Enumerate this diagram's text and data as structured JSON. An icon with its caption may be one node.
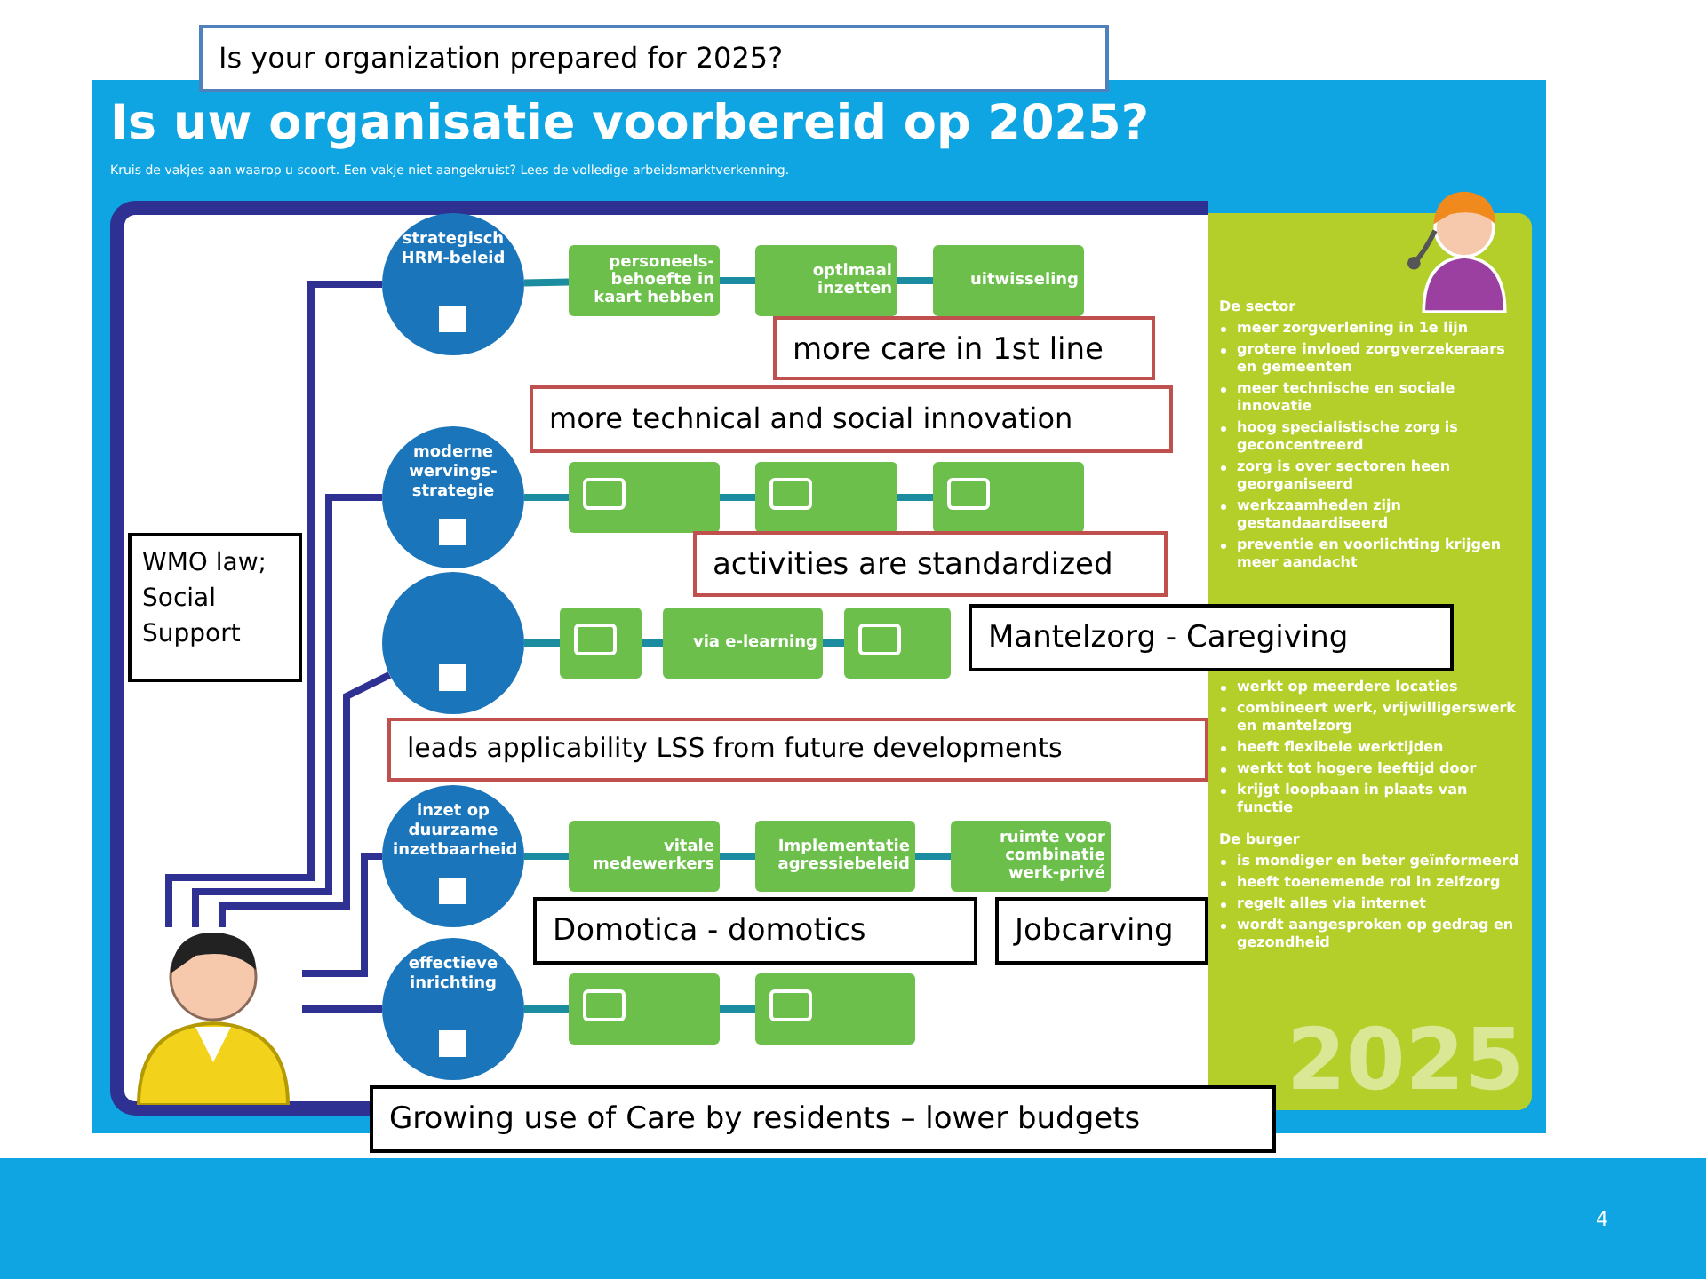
{
  "diagram": {
    "title": "Is uw organisatie voorbereid op 2025?",
    "nodes": [
      {
        "text": [
          "Is your organization prepared for 2025?"
        ]
      },
      {
        "text": [],
        "shape": "person"
      },
      {
        "text": [
          "strategisch HRM-beleid"
        ]
      },
      {
        "text": [
          "personeels-behoefte in kaart hebben"
        ]
      },
      {
        "text": [
          "optimaal inzetten"
        ]
      },
      {
        "text": [
          "uitwisseling"
        ]
      },
      {
        "text": [
          "moderne wervings-strategie"
        ]
      },
      {
        "text": [],
        "shape": "box"
      },
      {
        "text": [],
        "shape": "box"
      },
      {
        "text": [],
        "shape": "box"
      },
      {
        "text": [],
        "shape": "circle"
      },
      {
        "text": [],
        "shape": "box"
      },
      {
        "text": [
          "via e-learning"
        ]
      },
      {
        "text": [],
        "shape": "box"
      },
      {
        "text": [
          "inzet op duurzame inzetbaarheid"
        ]
      },
      {
        "text": [
          "vitale medewerkers"
        ]
      },
      {
        "text": [
          "Implementatie agressiebeleid"
        ]
      },
      {
        "text": [
          "ruimte voor combinatie werk-privé"
        ]
      },
      {
        "text": [
          "effectieve inrichting"
        ]
      },
      {
        "text": [],
        "shape": "box"
      },
      {
        "text": [],
        "shape": "box"
      },
      {
        "text": [
          "De sector",
          "meer zorgverlening in 1e lijn",
          "grotere invloed zorgverzekeraars en gemeenten",
          "meer technische en sociale innovatie",
          "hoog specialistische zorg is geconcentreerd",
          "zorg is over sectoren heen georganiseerd",
          "werkzaamheden zijn gestandaardiseerd",
          "preventie en voorlichting krijgen meer aandacht",
          "werkt op meerdere locaties",
          "combineert werk, vrijwilligerswerk en mantelzorg",
          "heeft flexibele werktijden",
          "werkt tot hogere leeftijd door",
          "krijgt loopbaan in plaats van functie",
          "De burger",
          "is mondiger en beter geïnformeerd",
          "heeft toenemende rol in zelfzorg",
          "regelt alles via internet",
          "wordt aangesproken op gedrag en gezondheid",
          "2025"
        ]
      },
      {
        "text": [
          "more care in 1st line"
        ]
      },
      {
        "text": [
          "more technical and social innovation"
        ]
      },
      {
        "text": [
          "activities are standardized"
        ]
      },
      {
        "text": [
          "WMO law; Social Support"
        ]
      },
      {
        "text": [
          "Mantelzorg - Caregiving"
        ]
      },
      {
        "text": [
          "leads applicability LSS from future developments"
        ]
      },
      {
        "text": [
          "Domotica - domotics"
        ]
      },
      {
        "text": [
          "Jobcarving"
        ]
      },
      {
        "text": [
          "Growing use of Care by residents – lower budgets"
        ]
      }
    ],
    "edges": [
      {
        "from": 1,
        "to": 2,
        "arrow": "none",
        "color": "#2e3192"
      },
      {
        "from": 1,
        "to": 6,
        "arrow": "none",
        "color": "#2e3192"
      },
      {
        "from": 1,
        "to": 10,
        "arrow": "none",
        "color": "#2e3192"
      },
      {
        "from": 1,
        "to": 14,
        "arrow": "none",
        "color": "#2e3192"
      },
      {
        "from": 1,
        "to": 18,
        "arrow": "none",
        "color": "#2e3192"
      },
      {
        "from": 2,
        "to": 3,
        "arrow": "none"
      },
      {
        "from": 3,
        "to": 4,
        "arrow": "none"
      },
      {
        "from": 4,
        "to": 5,
        "arrow": "none"
      },
      {
        "from": 6,
        "to": 7,
        "arrow": "none"
      },
      {
        "from": 7,
        "to": 8,
        "arrow": "none"
      },
      {
        "from": 8,
        "to": 9,
        "arrow": "none"
      },
      {
        "from": 10,
        "to": 11,
        "arrow": "none"
      },
      {
        "from": 11,
        "to": 12,
        "arrow": "none"
      },
      {
        "from": 12,
        "to": 13,
        "arrow": "none"
      },
      {
        "from": 14,
        "to": 15,
        "arrow": "none"
      },
      {
        "from": 15,
        "to": 16,
        "arrow": "none"
      },
      {
        "from": 16,
        "to": 17,
        "arrow": "none"
      },
      {
        "from": 18,
        "to": 19,
        "arrow": "none"
      },
      {
        "from": 19,
        "to": 20,
        "arrow": "none"
      }
    ],
    "labels": [
      "Kruis de vakjes aan waarop u scoort. Een vakje niet aangekruist? Lees de volledige arbeidsmarktverkenning.",
      "4"
    ]
  }
}
